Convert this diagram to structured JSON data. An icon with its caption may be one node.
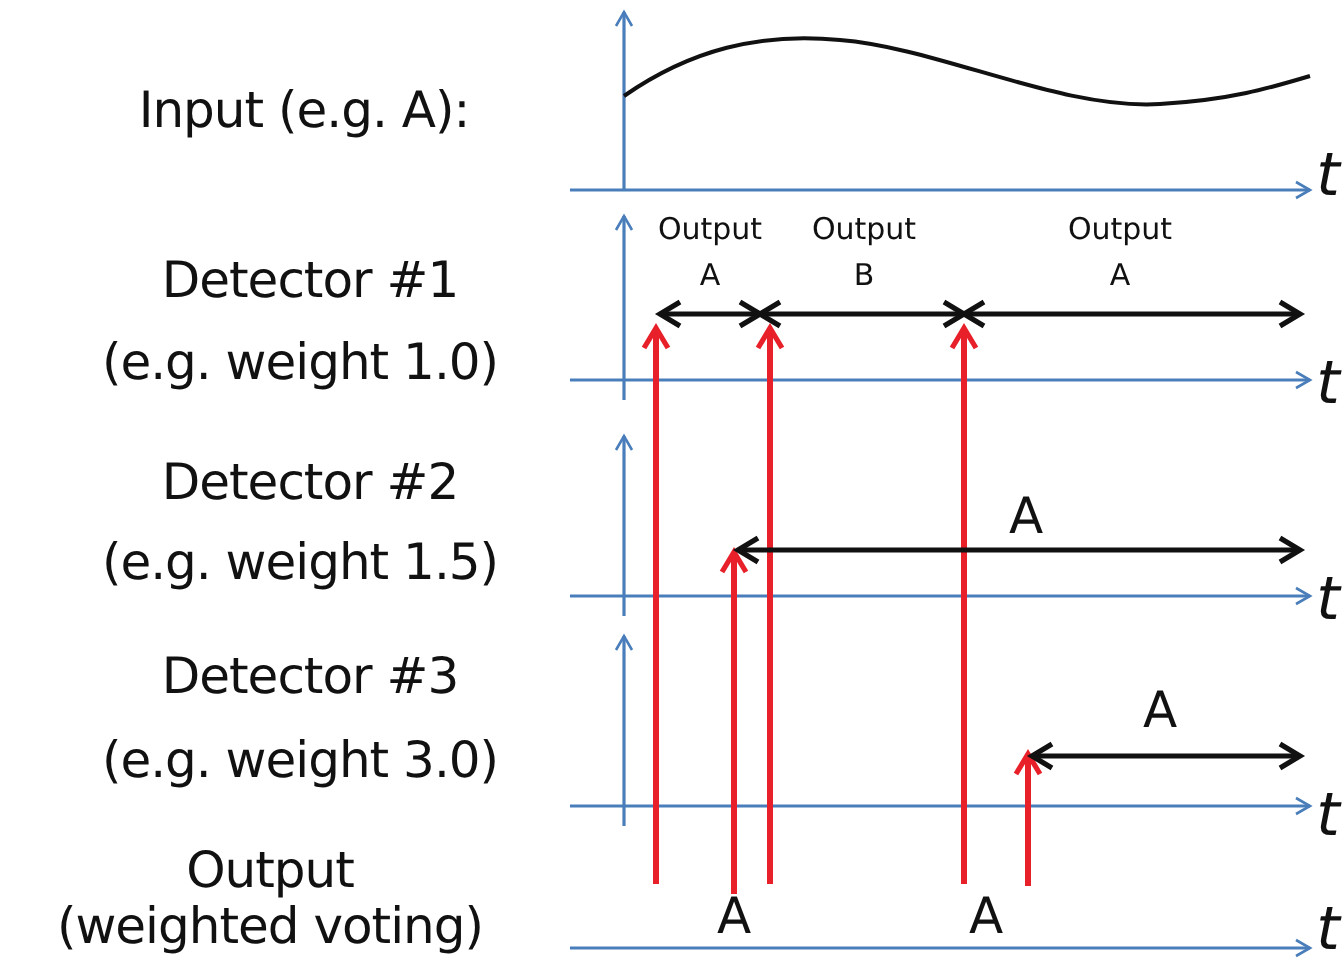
{
  "diagram": {
    "labels": [
      "Input (e.g. A):",
      "t",
      "Output A",
      "Output B",
      "Output A",
      "Detector #1",
      "(e.g. weight 1.0)",
      "t",
      "Detector #2",
      "A",
      "(e.g. weight 1.5)",
      "t",
      "Detector #3",
      "A",
      "(e.g. weight 3.0)",
      "t",
      "Output",
      "A",
      "A",
      "(weighted voting)",
      "t"
    ]
  }
}
